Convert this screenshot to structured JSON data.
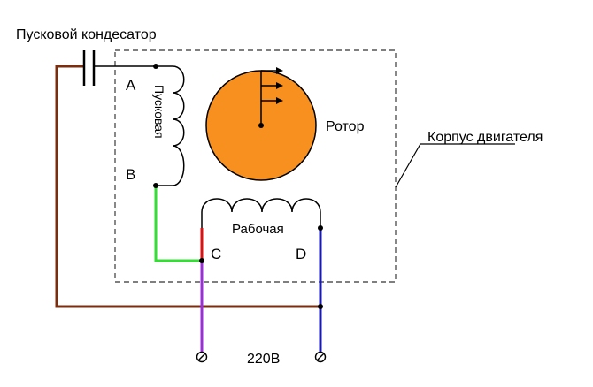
{
  "labels": {
    "capacitor": "Пусковой кондесатор",
    "a": "A",
    "b": "B",
    "c": "C",
    "d": "D",
    "start_winding": "Пусковая",
    "work_winding": "Рабочая",
    "rotor": "Ротор",
    "housing": "Корпус двигателя",
    "voltage": "220В"
  },
  "colors": {
    "background": "#ffffff",
    "capacitor_wire": "#7a2e0e",
    "green_wire": "#33dd33",
    "red_wire": "#dd1111",
    "purple_wire": "#9b30d9",
    "blue_wire": "#1a1ab0",
    "rotor_fill": "#f7901e",
    "outline": "#000000",
    "housing_border": "#555555"
  }
}
